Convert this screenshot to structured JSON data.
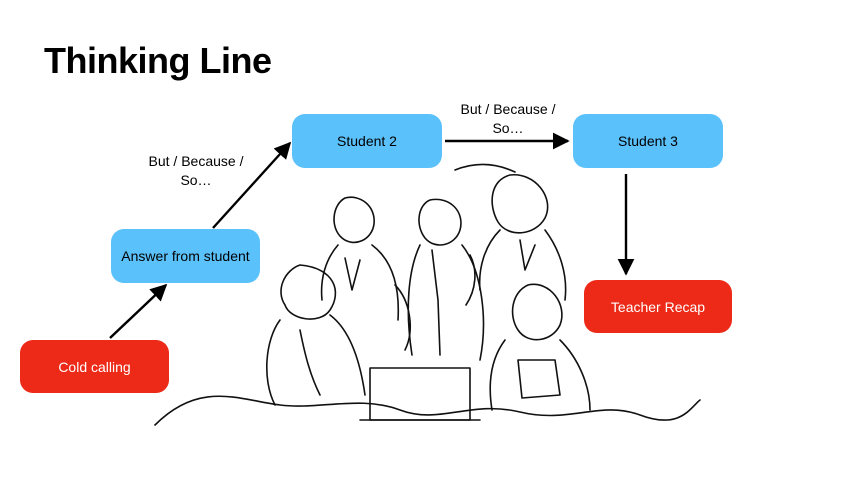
{
  "title": "Thinking Line",
  "nodes": {
    "cold_calling": "Cold calling",
    "answer_from_student": "Answer from student",
    "student2": "Student 2",
    "student3": "Student 3",
    "teacher_recap": "Teacher Recap"
  },
  "connector_labels": {
    "to_student2_line1": "But / Because /",
    "to_student2_line2": "So…",
    "to_student3_line1": "But / Because /",
    "to_student3_line2": "So…"
  },
  "colors": {
    "student_box": "#5bc1fb",
    "teacher_box": "#ec2a17",
    "arrow": "#000000"
  },
  "illustration": "group-of-people-line-drawing"
}
